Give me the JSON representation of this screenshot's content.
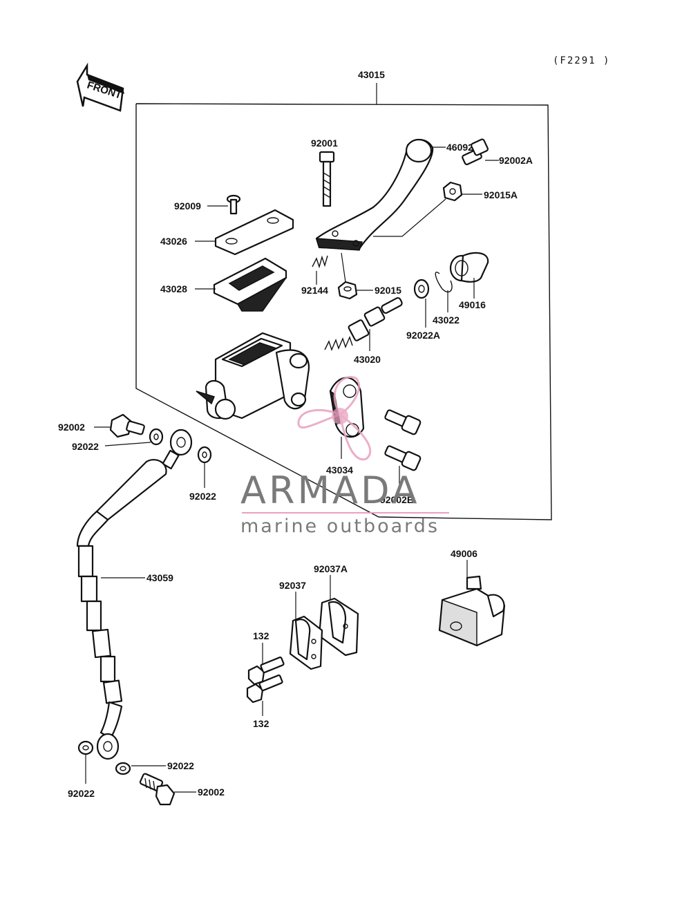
{
  "diagram": {
    "code": "(F2291 )",
    "front_arrow": "FRONT",
    "parts": {
      "p43015": "43015",
      "p92001": "92001",
      "p46092": "46092",
      "p92002A": "92002A",
      "p92015A": "92015A",
      "p92009": "92009",
      "p43026": "43026",
      "p43028": "43028",
      "p92144": "92144",
      "p92015": "92015",
      "p49016": "49016",
      "p43022": "43022",
      "p92022A": "92022A",
      "p43020": "43020",
      "p43034": "43034",
      "p92002B": "92002B",
      "p92002_top": "92002",
      "p92022_top_left": "92022",
      "p92022_top_mid": "92022",
      "p43059": "43059",
      "p49006": "49006",
      "p92037A": "92037A",
      "p92037": "92037",
      "p132_top": "132",
      "p132_bottom": "132",
      "p92022_bot_right": "92022",
      "p92022_bot_left": "92022",
      "p92002_bot": "92002"
    }
  },
  "watermark": {
    "brand": "ARMADA",
    "tagline": "marine outboards",
    "color": "#e8a0bf"
  }
}
